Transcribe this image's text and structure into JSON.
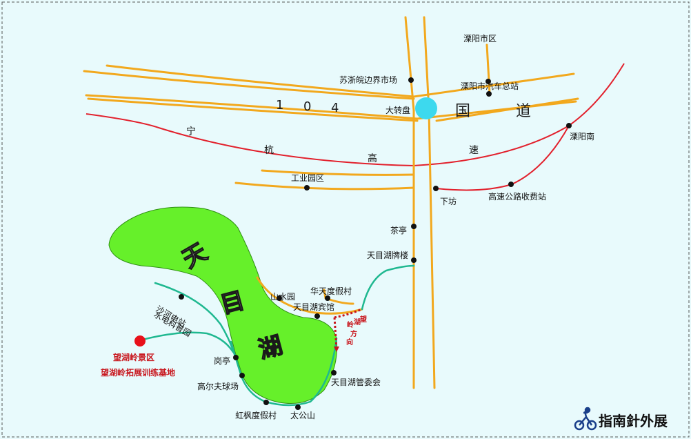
{
  "map": {
    "colors": {
      "background": "#e8fafc",
      "road": "#f2a81d",
      "expressway": "#e2202c",
      "lake": "#66f02a",
      "trail": "#1fb890",
      "roundabout": "#3dd9ee",
      "point": "#111111",
      "red_point": "#e8101a"
    },
    "labels": {
      "liyang_city": "溧阳市区",
      "su_zhe_wan_market": "苏浙皖边界市场",
      "bus_station": "溧阳市汽车总站",
      "roundabout": "大转盘",
      "liyang_south": "溧阳南",
      "industrial_park": "工业园区",
      "xiafang": "下坊",
      "toll_station": "高速公路收费站",
      "chating": "茶亭",
      "tianmuhu_gate": "天目湖牌楼",
      "huatian_resort": "华天度假村",
      "shanshuiyuan": "山水园",
      "tianmuhu_hotel": "天目湖宾馆",
      "shahe_power_1": "沙河电站",
      "shahe_power_2": "水电科普园",
      "wanghuling_1": "望湖岭景区",
      "wanghuling_2": "望湖岭拓展训练基地",
      "gangting": "岗亭",
      "golf": "高尔夫球场",
      "hongfeng": "虹枫度假村",
      "taigongshan": "太公山",
      "management": "天目湖管委会"
    },
    "road_104": [
      "1",
      "0",
      "4",
      "国",
      "道"
    ],
    "expressway_name": [
      "宁",
      "杭",
      "高",
      "速"
    ],
    "direction": [
      "望",
      "湖",
      "岭",
      "方",
      "向"
    ],
    "lake_name": [
      "天",
      "目",
      "湖"
    ],
    "brand": "指南針外展"
  }
}
